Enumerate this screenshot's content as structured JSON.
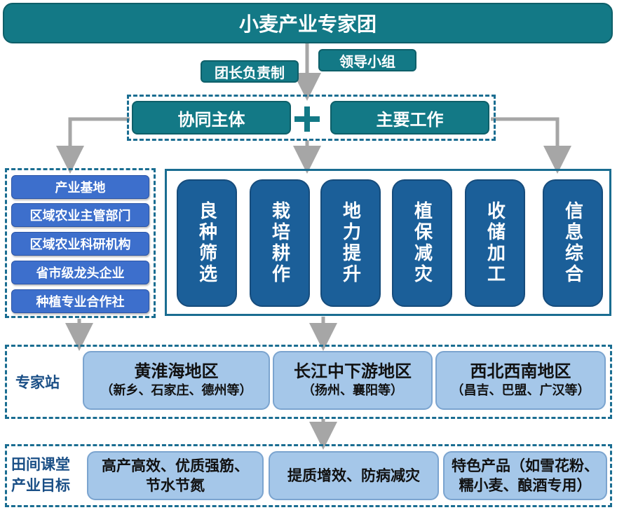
{
  "title": "小麦产业专家团",
  "tags": {
    "leader": "团长负责制",
    "group": "领导小组"
  },
  "middle": {
    "left": "协同主体",
    "right": "主要工作"
  },
  "subjects": [
    "产业基地",
    "区域农业主管部门",
    "区域农业科研机构",
    "省市级龙头企业",
    "种植专业合作社"
  ],
  "works": [
    "良种筛选",
    "栽培耕作",
    "地力提升",
    "植保减灾",
    "收储加工",
    "信息综合"
  ],
  "stations": {
    "label": "专家站",
    "regions": [
      {
        "name": "黄淮海地区",
        "cities": "（新乡、石家庄、德州等）"
      },
      {
        "name": "长江中下游地区",
        "cities": "（扬州、襄阳等）"
      },
      {
        "name": "西北西南地区",
        "cities": "（昌吉、巴盟、广汉等）"
      }
    ]
  },
  "goals": {
    "label_line1": "田间课堂",
    "label_line2": "产业目标",
    "items": [
      {
        "line1": "高产高效、优质强筋、",
        "line2": "节水节氮"
      },
      {
        "line1": "提质增效、防病减灾",
        "line2": ""
      },
      {
        "line1": "特色产品（如雪花粉、",
        "line2": "糯小麦、酿酒专用）"
      }
    ]
  },
  "colors": {
    "teal": "#137986",
    "frame_blue": "#1a6d91",
    "list_blue": "#3d6fcc",
    "pill_blue": "#1b5f99",
    "light_blue": "#a5c7e9",
    "arrow_gray": "#a6a6a6"
  }
}
